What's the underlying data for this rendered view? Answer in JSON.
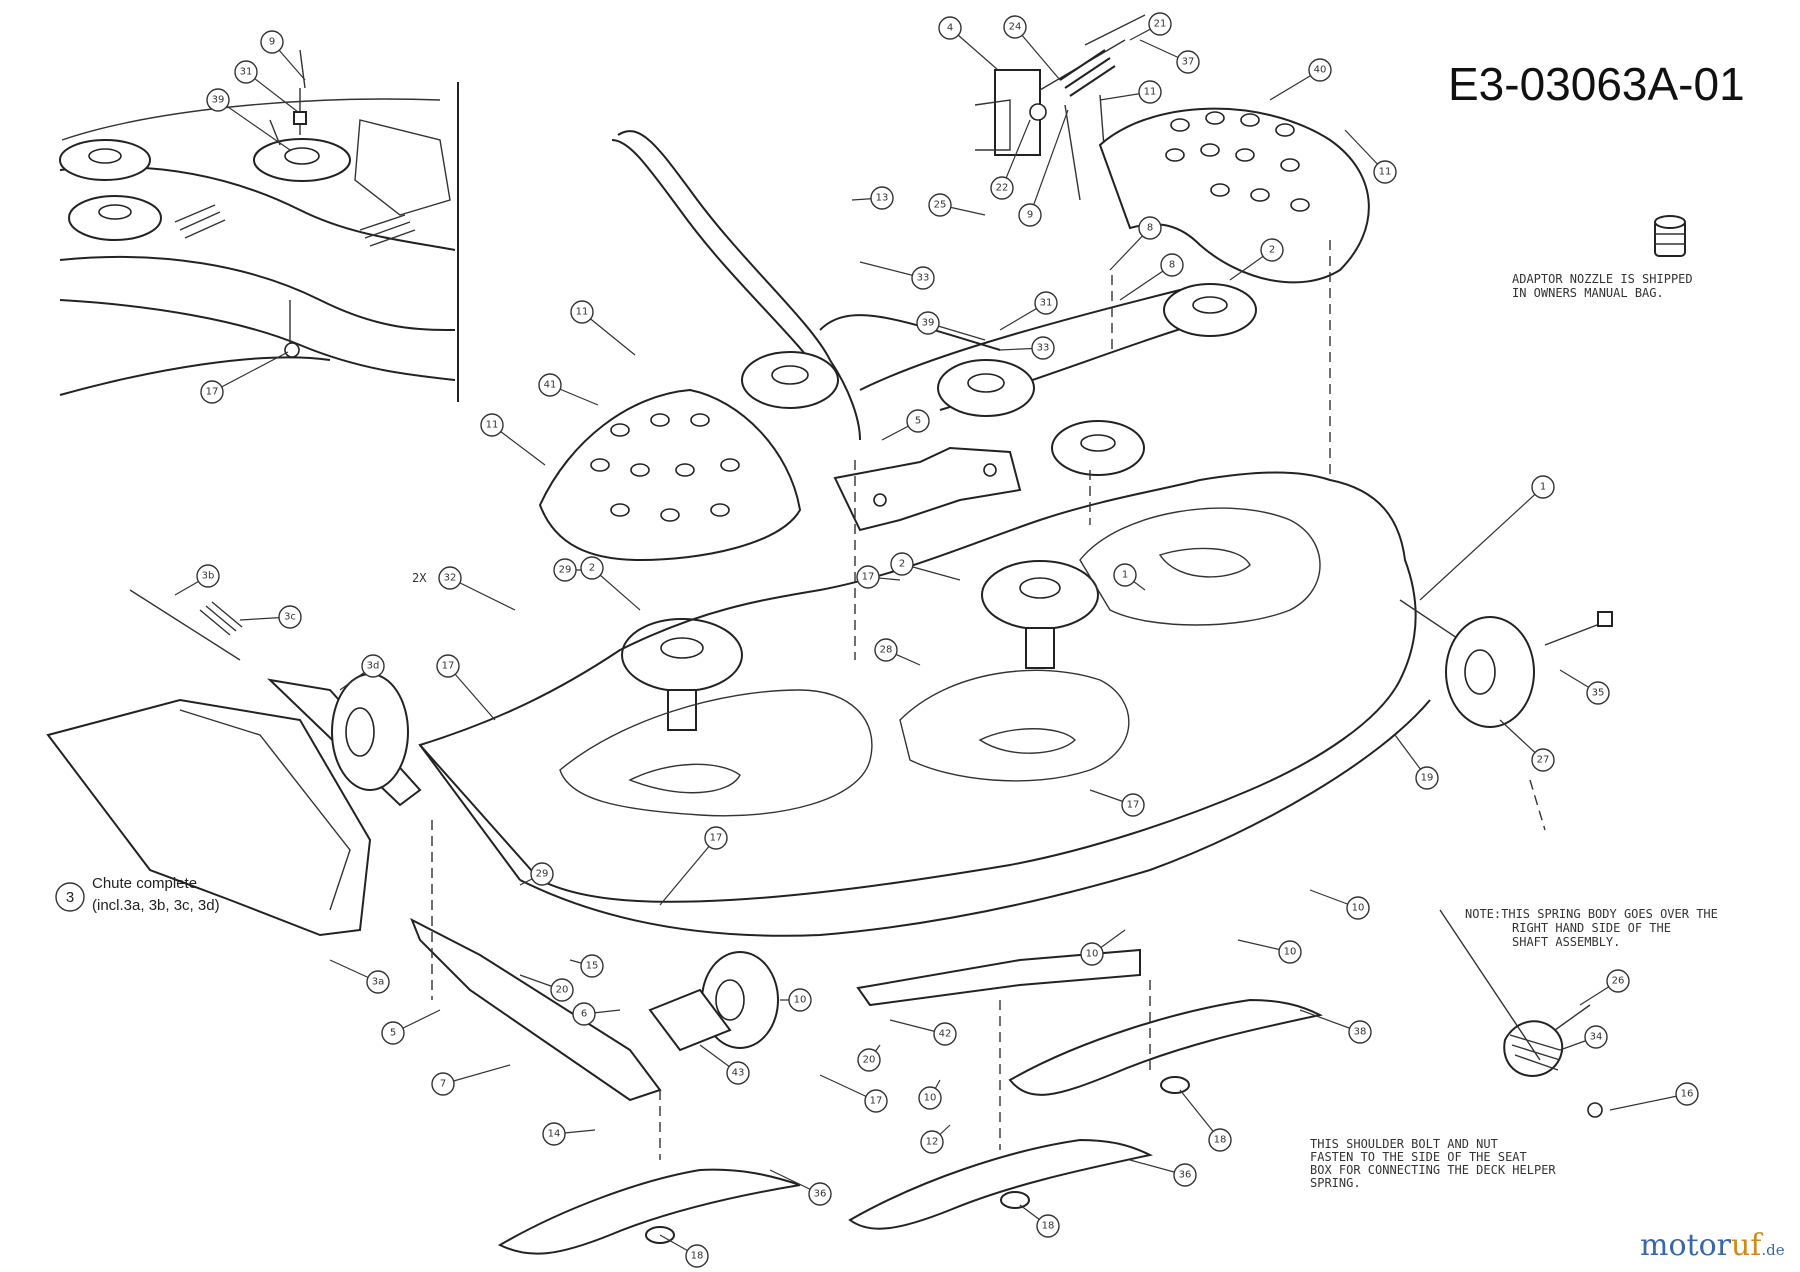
{
  "drawing_code": "E3-03063A-01",
  "notes": {
    "adaptor": [
      "ADAPTOR NOZZLE IS SHIPPED",
      "IN OWNERS MANUAL BAG."
    ],
    "spring": [
      "NOTE:THIS SPRING BODY GOES OVER THE",
      "RIGHT HAND SIDE OF THE",
      "SHAFT ASSEMBLY."
    ],
    "hole": [
      "THIS SHOULDER BOLT AND NUT",
      "FASTEN TO THE SIDE OF THE SEAT",
      "BOX FOR CONNECTING THE DECK HELPER",
      "SPRING."
    ]
  },
  "chute": {
    "number": "3",
    "line1": "Chute complete",
    "line2": "(incl.3a, 3b, 3c, 3d)"
  },
  "labels": {
    "multiplier": "2X"
  },
  "logo": {
    "part_a": "motor",
    "part_b": "uf",
    "part_c": ".de"
  },
  "callouts": [
    "9",
    "31",
    "39",
    "17",
    "4",
    "24",
    "21",
    "37",
    "40",
    "22",
    "9",
    "11",
    "11",
    "13",
    "25",
    "8",
    "33",
    "8",
    "39",
    "31",
    "33",
    "2",
    "11",
    "41",
    "11",
    "5",
    "1",
    "29",
    "3b",
    "3c",
    "3d",
    "32",
    "17",
    "2",
    "17",
    "2",
    "28",
    "1",
    "35",
    "27",
    "19",
    "17",
    "10",
    "10",
    "3a",
    "29",
    "17",
    "15",
    "20",
    "6",
    "43",
    "10",
    "17",
    "20",
    "42",
    "10",
    "10",
    "38",
    "5",
    "7",
    "14",
    "36",
    "18",
    "12",
    "18",
    "36",
    "18",
    "26",
    "34",
    "16"
  ]
}
